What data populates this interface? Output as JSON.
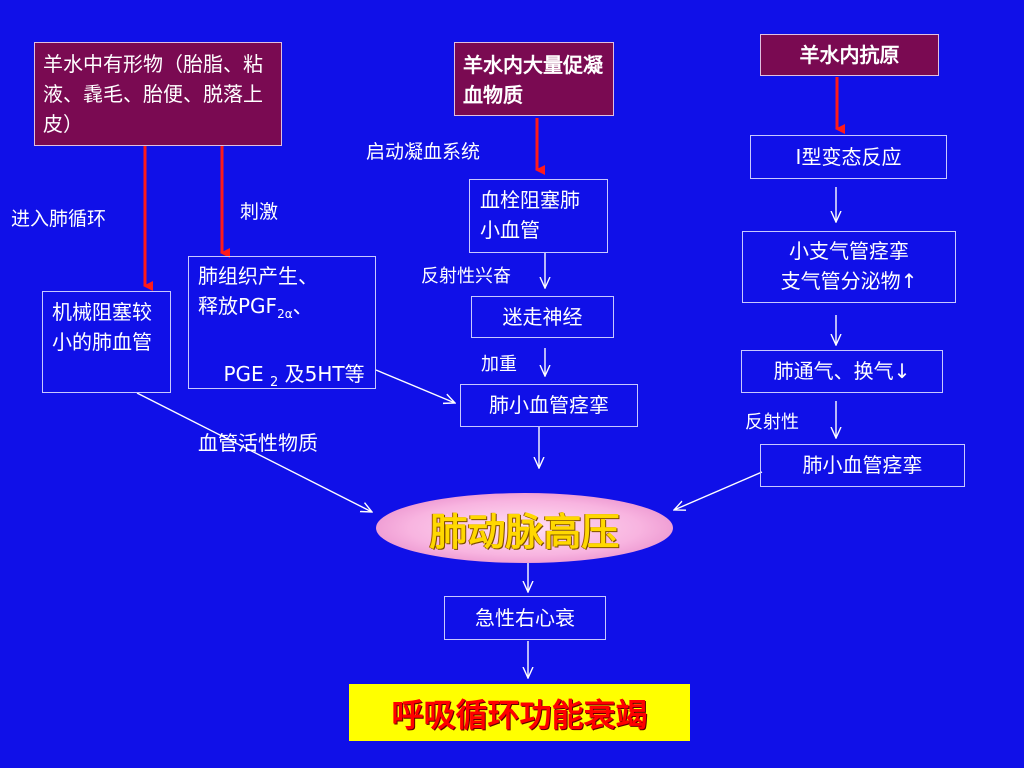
{
  "nodes": {
    "solids_cause": "羊水中有形物（胎脂、粘液、毳毛、胎便、脱落上皮）",
    "procoagulant_cause": "羊水内大量促凝血物质",
    "antigen_cause": "羊水内抗原",
    "mechanical_block": "机械阻塞较小的肺血管",
    "vasoactive_line1": "肺组织产生、",
    "vasoactive_line2a": "释放PGF",
    "vasoactive_sub1": "2α",
    "vasoactive_line2b": "、",
    "vasoactive_line3a": "PGE ",
    "vasoactive_sub2": "2",
    "vasoactive_line3b": " 及5HT等",
    "vasoactive_line4": "血管活性物质",
    "thrombus": "血栓阻塞肺小血管",
    "vagus": "迷走神经",
    "vasospasm_center": "肺小血管痉挛",
    "type1_allergy": "Ⅰ型变态反应",
    "bronchospasm_line1": "小支气管痉挛",
    "bronchospasm_line2": "支气管分泌物↑",
    "ventilation": "肺通气、换气↓",
    "vasospasm_right": "肺小血管痉挛",
    "pulm_hypertension": "肺动脉高压",
    "right_heart_failure": "急性右心衰",
    "resp_circ_failure": "呼吸循环功能衰竭"
  },
  "labels": {
    "enter_circulation": "进入肺循环",
    "stimulate": "刺激",
    "activate_coagulation": "启动凝血系统",
    "reflex_excite": "反射性兴奋",
    "aggravate": "加重",
    "reflexive": "反射性"
  },
  "colors": {
    "background": "#1010e8",
    "cause_box": "#7a0a52",
    "red_arrow": "#ff1a1a",
    "final_box": "#ffff00",
    "final_text": "#ff0000",
    "highlight_text": "#ffd800"
  }
}
